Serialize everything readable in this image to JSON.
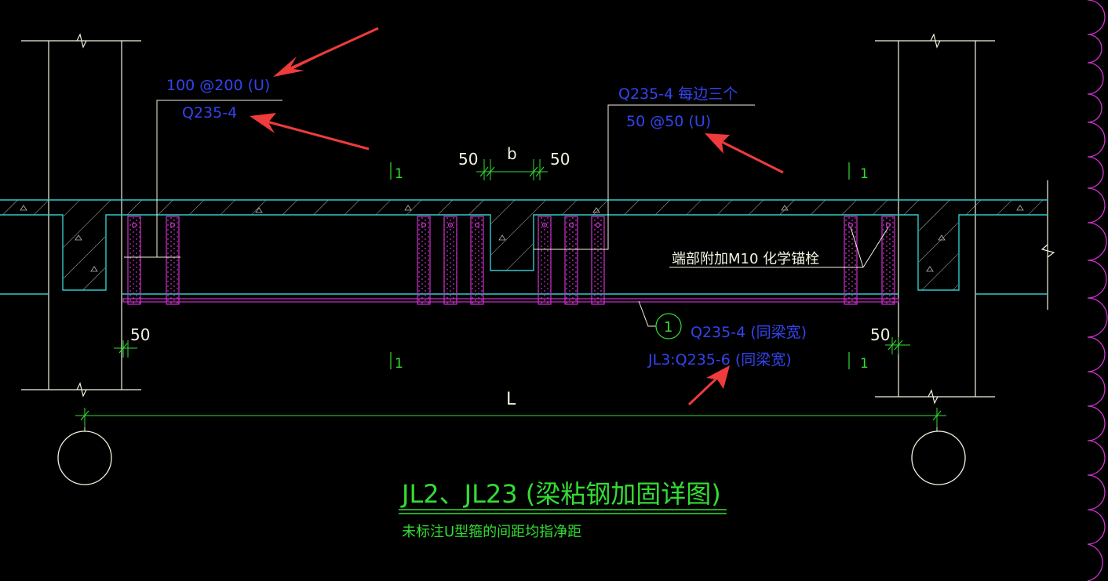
{
  "colors": {
    "background": "#000000",
    "outline": "#f2f2e0",
    "cyan": "#33c9c9",
    "magenta": "#cc33cc",
    "blue_text": "#3344ee",
    "green": "#33dd33",
    "arrow_red": "#ee3b3b",
    "white": "#ffffff",
    "hatch": "#b8b8b0"
  },
  "annotations": {
    "stirrup_spacing": "100 @200 (U)",
    "stirrup_steel": "Q235-4",
    "end_steel": "Q235-4 每边三个",
    "end_spacing": "50 @50 (U)",
    "anchor_note": "端部附加M10 化学锚栓",
    "plate_ref_number": "1",
    "plate_steel": "Q235-4 (同梁宽)",
    "plate_steel_jl3": "JL3:Q235-6 (同梁宽)"
  },
  "dimensions": {
    "dim_50_left_top": "50",
    "dim_b": "b",
    "dim_50_right_top": "50",
    "dim_50_bottom_left": "50",
    "dim_50_bottom_right": "50",
    "span_label": "L"
  },
  "section_marks": {
    "top_left": "1",
    "top_right": "1",
    "bottom_left": "1",
    "bottom_right": "1"
  },
  "title": {
    "main": "JL2、JL23 (梁粘钢加固详图)",
    "note": "未标注U型箍的间距均指净距"
  }
}
